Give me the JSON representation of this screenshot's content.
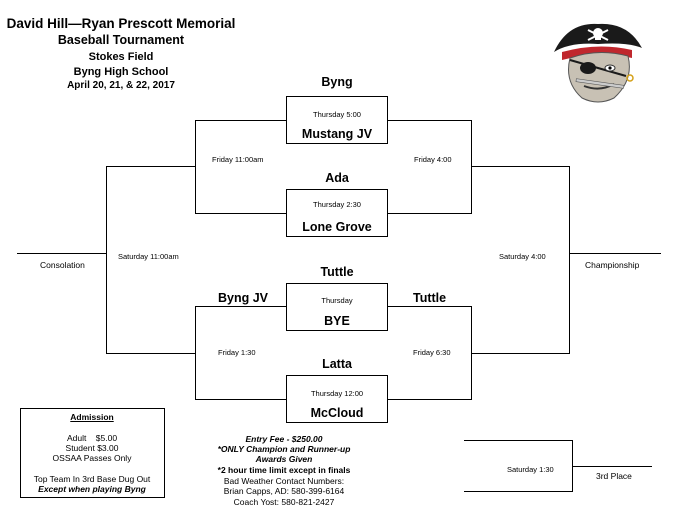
{
  "header": {
    "line1": "David Hill—Ryan Prescott Memorial",
    "line2": "Baseball Tournament",
    "line3": "Stokes Field",
    "line4": "Byng High School",
    "line5": "April 20, 21, & 22, 2017"
  },
  "games": {
    "g1": {
      "top_team": "Byng",
      "time": "Thursday 5:00",
      "bottom_team": "Mustang JV"
    },
    "g2": {
      "top_team": "Ada",
      "time": "Thursday 2:30",
      "bottom_team": "Lone Grove"
    },
    "g3": {
      "top_team": "Tuttle",
      "time": "Thursday",
      "bottom_team": "BYE"
    },
    "g4": {
      "top_team": "Latta",
      "time": "Thursday 12:00",
      "bottom_team": "McCloud"
    }
  },
  "rounds": {
    "friday_left_top": "Friday 11:00am",
    "friday_right_top": "Friday 4:00",
    "friday_left_bottom": "Friday 1:30",
    "friday_right_bottom": "Friday 6:30",
    "saturday_left": "Saturday 11:00am",
    "saturday_right": "Saturday 4:00",
    "saturday_third": "Saturday 1:30"
  },
  "advancers": {
    "left_bottom": "Byng JV",
    "right_bottom": "Tuttle"
  },
  "labels": {
    "consolation": "Consolation",
    "championship": "Championship",
    "third_place": "3rd Place"
  },
  "admission": {
    "title": "Admission",
    "adult": "Adult    $5.00",
    "student": "Student $3.00",
    "ossaa": "OSSAA Passes Only",
    "dugout": "Top Team In 3rd Base Dug Out",
    "except": "Except when playing Byng"
  },
  "notes": {
    "entry_fee": "Entry Fee - $250.00",
    "awards_1": "*ONLY Champion and Runner-up",
    "awards_2": "Awards Given",
    "time_limit": "*2 hour time limit except in finals",
    "weather": "Bad Weather Contact Numbers:",
    "capps": "Brian Capps, AD: 580-399-6164",
    "yost": "Coach Yost: 580-821-2427"
  },
  "logo": {
    "icon": "pirate-mascot-icon",
    "skin": "#c8c1b4",
    "bandana": "#c0272d",
    "hat": "#1a1a1a"
  }
}
